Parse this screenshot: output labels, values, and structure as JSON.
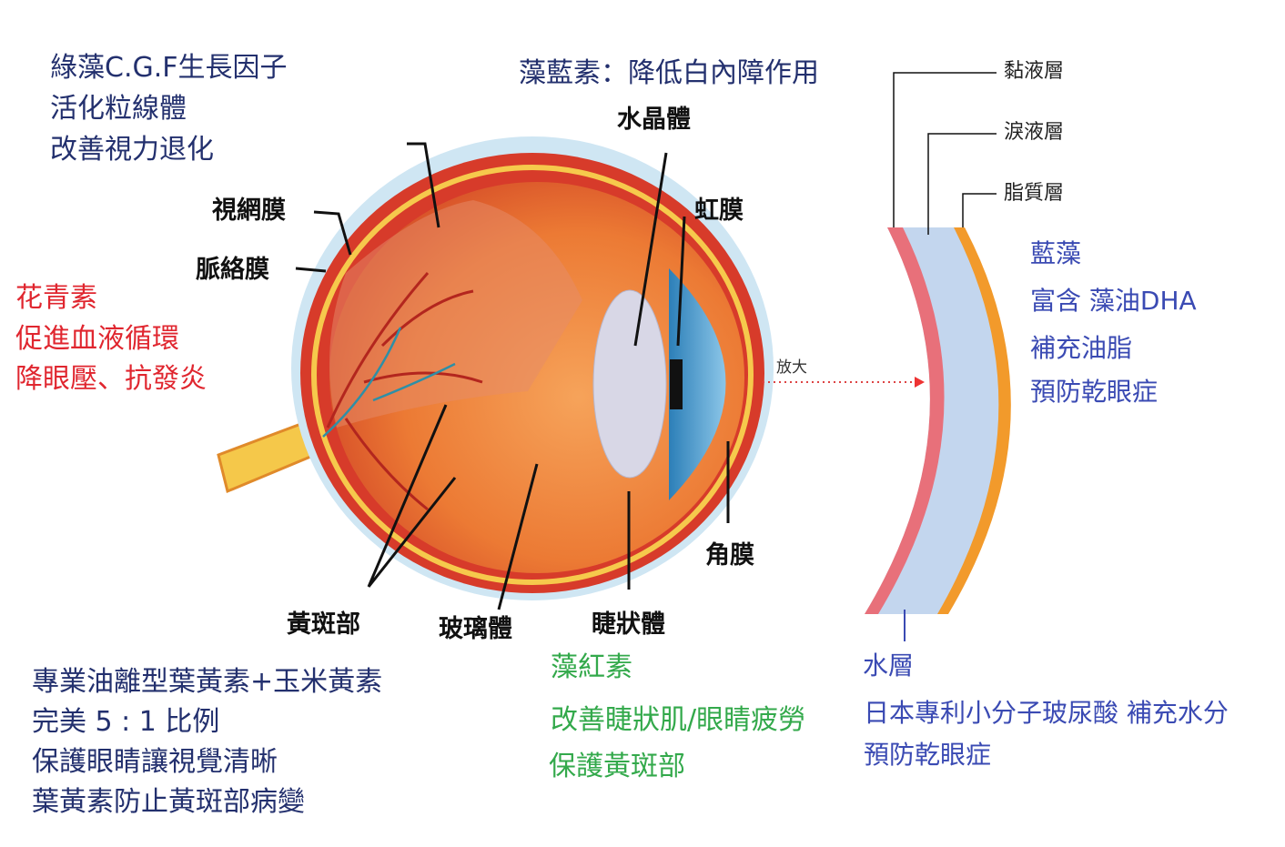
{
  "chlorella": {
    "lines": [
      "綠藻C.G.F生長因子",
      "活化粒線體",
      "改善視力退化"
    ]
  },
  "phycocyanin": "藻藍素：降低白內障作用",
  "anthocyanin": {
    "lines": [
      "花青素",
      "促進血液循環",
      "降眼壓、抗發炎"
    ]
  },
  "eye_labels": {
    "lens": "水晶體",
    "iris": "虹膜",
    "retina": "視網膜",
    "choroid": "脈絡膜",
    "cornea": "角膜",
    "macula": "黃斑部",
    "vitreous": "玻璃體",
    "ciliary": "睫狀體",
    "magnify": "放大"
  },
  "tear_film": {
    "mucin": "黏液層",
    "tear": "淚液層",
    "lipid": "脂質層",
    "water": "水層"
  },
  "algae_oil": {
    "lines": [
      "藍藻",
      "富含 藻油DHA",
      "補充油脂",
      "預防乾眼症"
    ]
  },
  "lutein": {
    "lines": [
      "專業油離型葉黃素+玉米黃素",
      "完美 5 : 1 比例",
      "保護眼睛讓視覺清晰",
      "葉黃素防止黃斑部病變"
    ]
  },
  "astaxanthin": {
    "lines": [
      "藻紅素",
      "改善睫狀肌/眼睛疲勞",
      "保護黃斑部"
    ]
  },
  "hyaluronic": {
    "lines": [
      "日本專利小分子玻尿酸 補充水分",
      "預防乾眼症"
    ]
  },
  "colors": {
    "navy": "#23306e",
    "red": "#e0262f",
    "green": "#33a94b",
    "blue": "#3a4ab3"
  }
}
